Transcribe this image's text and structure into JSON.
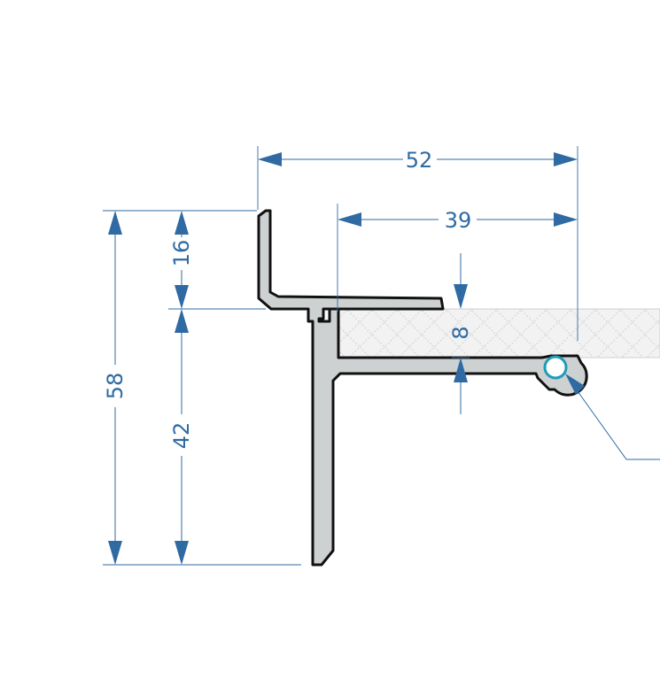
{
  "dimensions": {
    "overall_width": "52",
    "inner_width": "39",
    "panel_thickness": "8",
    "upper_height": "16",
    "lower_height": "42",
    "overall_height": "58"
  },
  "colors": {
    "dimension": "#2f6aa3",
    "profile_fill": "#cdd1d1",
    "profile_stroke": "#111111",
    "panel_fill": "#f2f2f2",
    "panel_pattern": "#d6d6d6",
    "gasket": "#1f9bb8"
  }
}
